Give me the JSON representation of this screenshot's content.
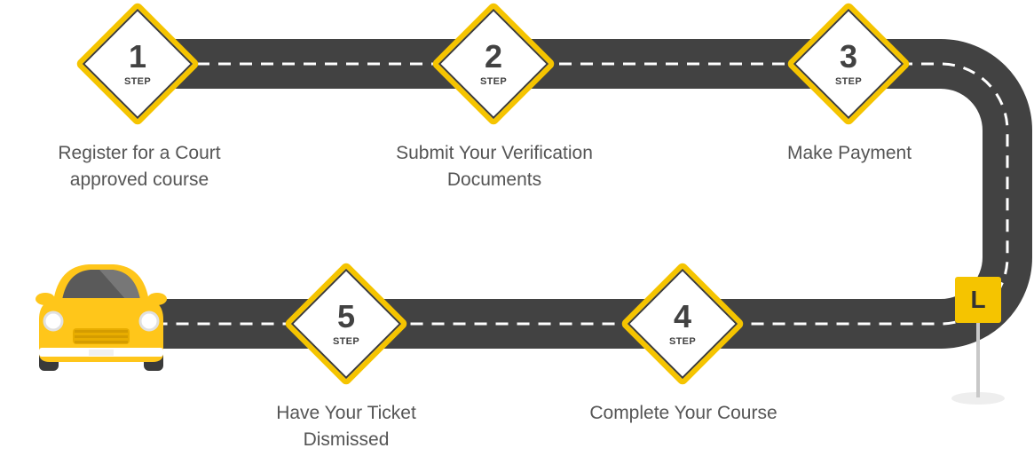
{
  "steps": [
    {
      "number": "1",
      "step_label": "STEP",
      "lines": [
        "Register for a Court",
        "approved course"
      ]
    },
    {
      "number": "2",
      "step_label": "STEP",
      "lines": [
        "Submit Your Verification",
        "Documents"
      ]
    },
    {
      "number": "3",
      "step_label": "STEP",
      "lines": [
        "Make Payment"
      ]
    },
    {
      "number": "4",
      "step_label": "STEP",
      "lines": [
        "Complete Your Course"
      ]
    },
    {
      "number": "5",
      "step_label": "STEP",
      "lines": [
        "Have Your Ticket",
        "Dismissed"
      ]
    }
  ],
  "l_sign": "L",
  "colors": {
    "road": "#424242",
    "accent": "#f5c400",
    "text": "#555555",
    "car": "#ffc61a"
  }
}
